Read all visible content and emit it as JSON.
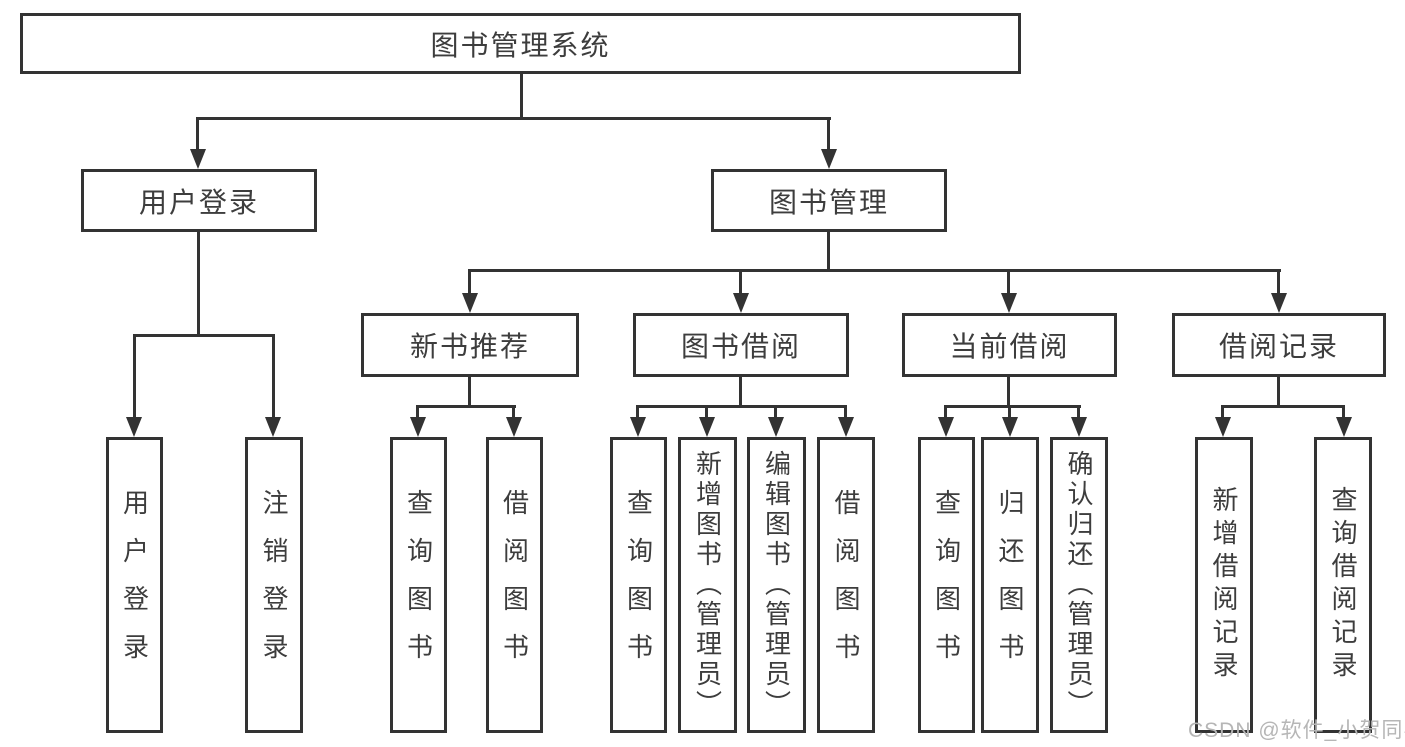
{
  "colors": {
    "line": "#333333",
    "text": "#3d3d3d",
    "boxbg": "#ffffff",
    "pagebg": "#ffffff",
    "watermark": "#b6b6b6"
  },
  "diagram": {
    "root": {
      "label": "图书管理系统"
    },
    "level2": [
      {
        "label": "用户登录"
      },
      {
        "label": "图书管理"
      }
    ],
    "level3": [
      {
        "label": "新书推荐"
      },
      {
        "label": "图书借阅"
      },
      {
        "label": "当前借阅"
      },
      {
        "label": "借阅记录"
      }
    ],
    "leaves": {
      "user_login": [
        {
          "label": "用户登录"
        },
        {
          "label": "注销登录"
        }
      ],
      "new_books": [
        {
          "label": "查询图书"
        },
        {
          "label": "借阅图书"
        }
      ],
      "book_borrow": [
        {
          "label": "查询图书"
        },
        {
          "label": "新增图书（管理员）"
        },
        {
          "label": "编辑图书（管理员）"
        },
        {
          "label": "借阅图书"
        }
      ],
      "current_borrow": [
        {
          "label": "查询图书"
        },
        {
          "label": "归还图书"
        },
        {
          "label": "确认归还（管理员）"
        }
      ],
      "borrow_records": [
        {
          "label": "新增借阅记录"
        },
        {
          "label": "查询借阅记录"
        }
      ]
    }
  },
  "watermark": {
    "text": "CSDN @软件_小贺同学"
  }
}
